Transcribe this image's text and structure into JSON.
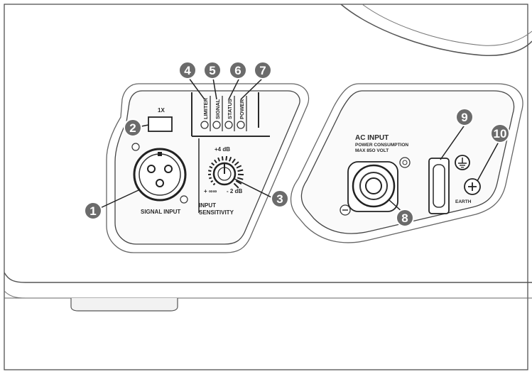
{
  "labels": {
    "onex": "1X",
    "led_limiter": "LIMITER",
    "led_signal": "SIGNAL",
    "led_status": "STATUS",
    "led_power": "POWER",
    "gain_max": "+4 dB",
    "gain_min": "+ ∞∞",
    "gain_nominal": "- 2 dB",
    "signal_input": "SIGNAL INPUT",
    "input_sensitivity_line1": "INPUT",
    "input_sensitivity_line2": "SENSITIVITY",
    "ac_input": "AC INPUT",
    "power_consumption": "POWER CONSUMPTION",
    "power_value": "MAX 85O VOLT",
    "earth": "EARTH"
  },
  "callouts": [
    {
      "id": "signal-input",
      "number": "1"
    },
    {
      "id": "1x-switch",
      "number": "2"
    },
    {
      "id": "input-sensitivity",
      "number": "3"
    },
    {
      "id": "limiter-led",
      "number": "4"
    },
    {
      "id": "signal-led",
      "number": "5"
    },
    {
      "id": "status-led",
      "number": "6"
    },
    {
      "id": "power-led",
      "number": "7"
    },
    {
      "id": "ac-input",
      "number": "8"
    },
    {
      "id": "fuse-holder",
      "number": "9"
    },
    {
      "id": "earth-terminal",
      "number": "10"
    }
  ],
  "colors": {
    "outline": "#3a3a3a",
    "callout_fill": "#6b6b6b",
    "callout_stroke": "#ffffff",
    "panel_fill": "#f7f7f7",
    "line": "#2a2a2a"
  }
}
